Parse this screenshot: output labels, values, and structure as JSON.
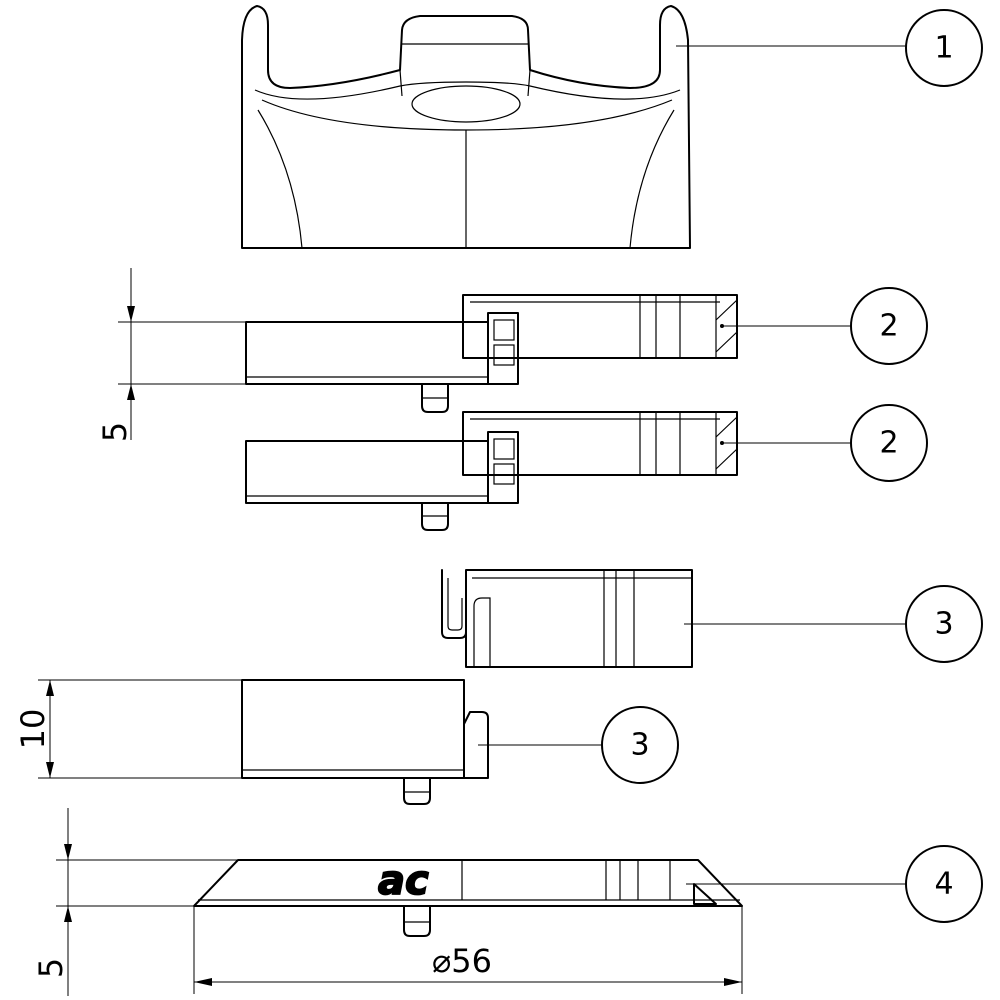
{
  "balloons": [
    {
      "id": "part-1",
      "label": "1"
    },
    {
      "id": "part-2a",
      "label": "2"
    },
    {
      "id": "part-2b",
      "label": "2"
    },
    {
      "id": "part-3a",
      "label": "3"
    },
    {
      "id": "part-3b",
      "label": "3"
    },
    {
      "id": "part-4",
      "label": "4"
    }
  ],
  "dimensions": {
    "spacer_5": "5",
    "spacer_10": "10",
    "topcap_5": "5",
    "diameter": "⌀56"
  },
  "logo_text": "ac"
}
